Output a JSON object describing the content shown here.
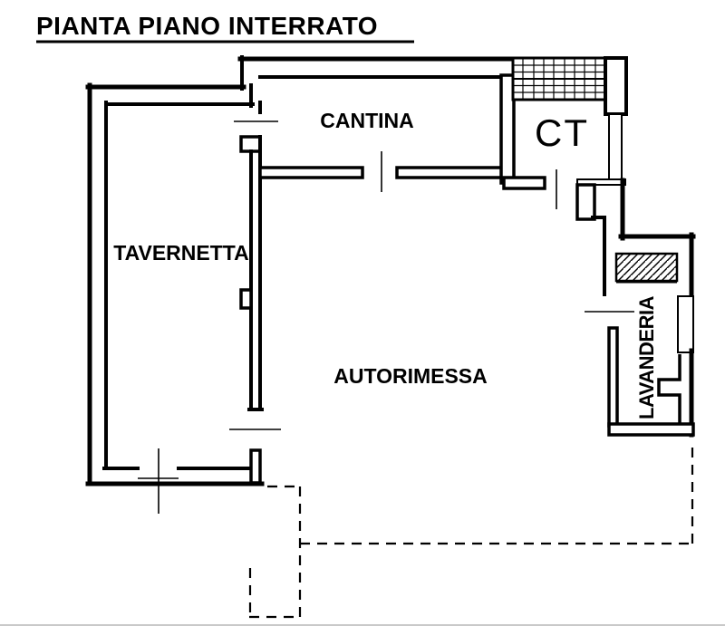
{
  "page": {
    "title": "PIANTA PIANO INTERRATO"
  },
  "rooms": {
    "cantina": {
      "label": "CANTINA"
    },
    "ct": {
      "label": "CT"
    },
    "tavernetta": {
      "label": "TAVERNETTA"
    },
    "autorimessa": {
      "label": "AUTORIMESSA"
    },
    "lavanderia": {
      "label": "LAVANDERIA"
    }
  },
  "colors": {
    "ink": "#000000",
    "paper": "#ffffff",
    "scan_edge": "#c9c9c9"
  }
}
